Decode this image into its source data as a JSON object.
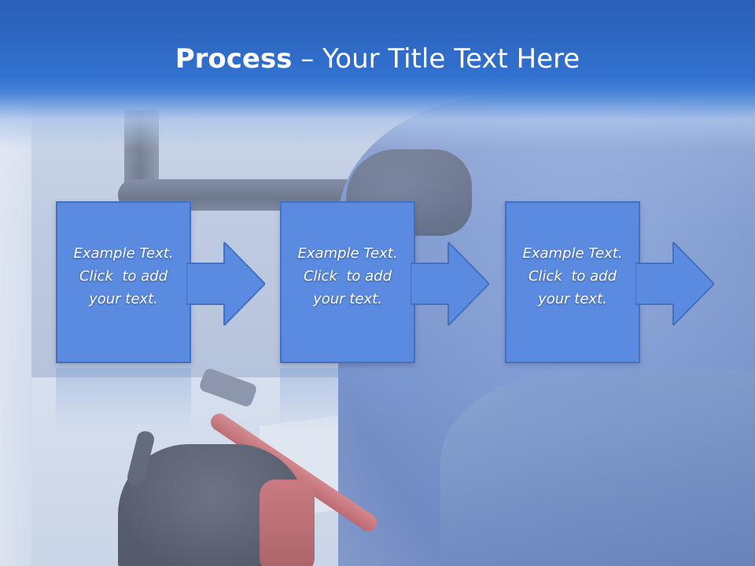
{
  "slide": {
    "title_bold": "Process",
    "title_rest": " – Your Title Text Here",
    "steps": [
      {
        "line1": "Example Text.",
        "line2": "Click  to add",
        "line3": "your text."
      },
      {
        "line1": "Example Text.",
        "line2": "Click  to add",
        "line3": "your text."
      },
      {
        "line1": "Example Text.",
        "line2": "Click  to add",
        "line3": "your text."
      }
    ]
  },
  "colors": {
    "title_band": "#3271d0",
    "step_fill": "#5b8be0",
    "step_border": "#4470bf",
    "text": "#ffffff"
  }
}
